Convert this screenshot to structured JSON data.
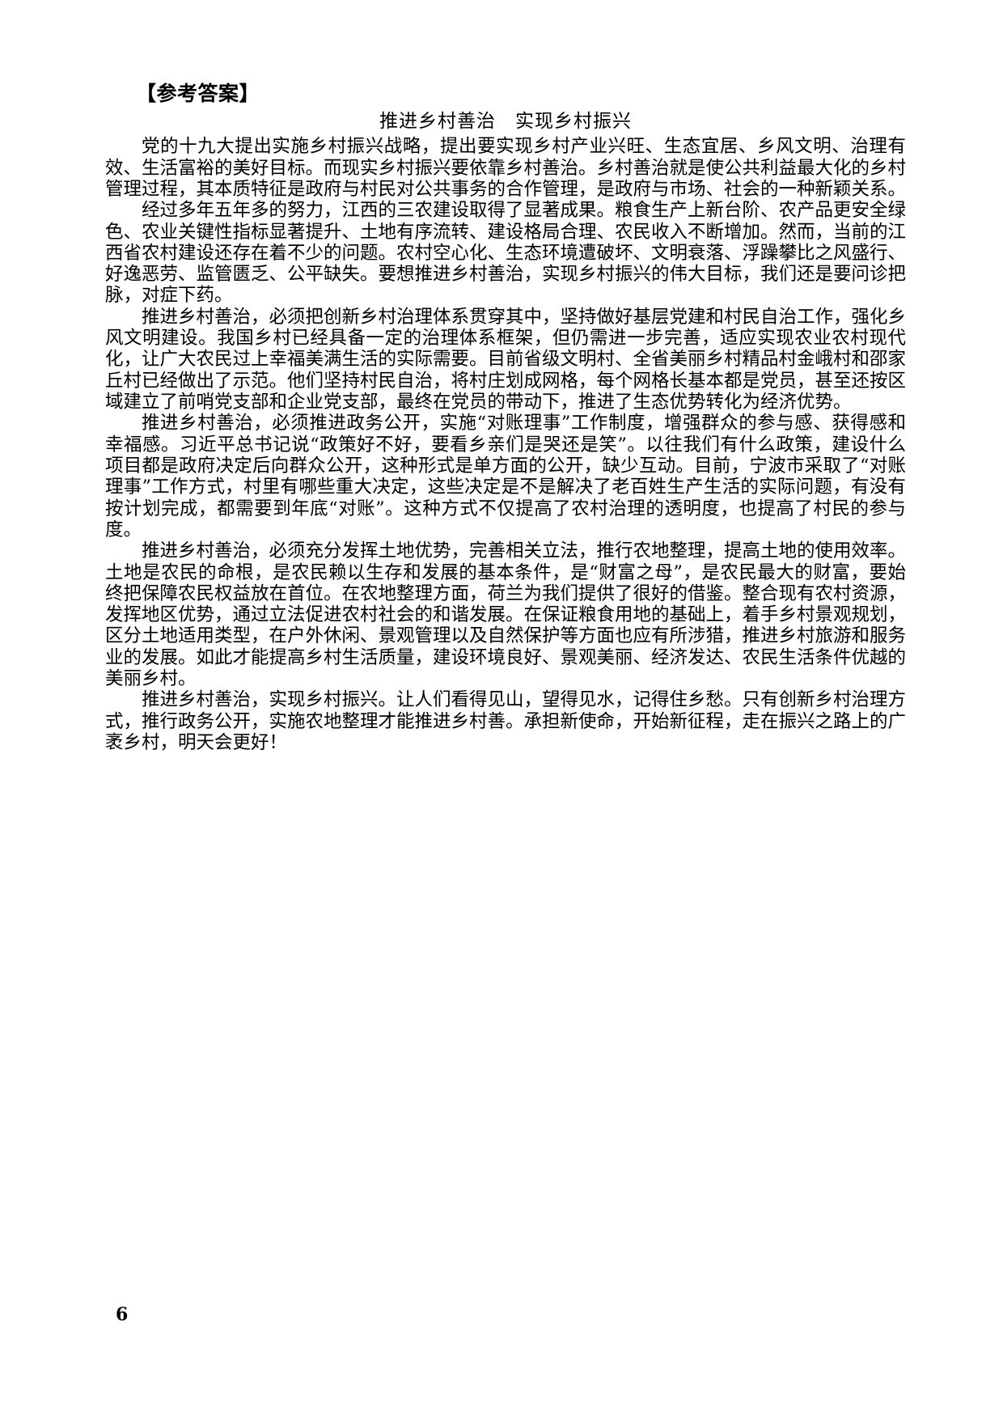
{
  "document": {
    "answer_heading": "【参考答案】",
    "title": "推进乡村善治　实现乡村振兴",
    "page_number": "6",
    "paragraphs": [
      "党的十九大提出实施乡村振兴战略，提出要实现乡村产业兴旺、生态宜居、乡风文明、治理有效、生活富裕的美好目标。而现实乡村振兴要依靠乡村善治。乡村善治就是使公共利益最大化的乡村管理过程，其本质特征是政府与村民对公共事务的合作管理，是政府与市场、社会的一种新颖关系。",
      "经过多年五年多的努力，江西的三农建设取得了显著成果。粮食生产上新台阶、农产品更安全绿色、农业关键性指标显著提升、土地有序流转、建设格局合理、农民收入不断增加。然而，当前的江西省农村建设还存在着不少的问题。农村空心化、生态环境遭破坏、文明衰落、浮躁攀比之风盛行、好逸恶劳、监管匮乏、公平缺失。要想推进乡村善治，实现乡村振兴的伟大目标，我们还是要问诊把脉，对症下药。",
      "推进乡村善治，必须把创新乡村治理体系贯穿其中，坚持做好基层党建和村民自治工作，强化乡风文明建设。我国乡村已经具备一定的治理体系框架，但仍需进一步完善，适应实现农业农村现代化，让广大农民过上幸福美满生活的实际需要。目前省级文明村、全省美丽乡村精品村金峨村和邵家丘村已经做出了示范。他们坚持村民自治，将村庄划成网格，每个网格长基本都是党员，甚至还按区域建立了前哨党支部和企业党支部，最终在党员的带动下，推进了生态优势转化为经济优势。",
      "推进乡村善治，必须推进政务公开，实施“对账理事”工作制度，增强群众的参与感、获得感和幸福感。习近平总书记说“政策好不好，要看乡亲们是哭还是笑”。以往我们有什么政策，建设什么项目都是政府决定后向群众公开，这种形式是单方面的公开，缺少互动。目前，宁波市采取了“对账理事”工作方式，村里有哪些重大决定，这些决定是不是解决了老百姓生产生活的实际问题，有没有按计划完成，都需要到年底“对账”。这种方式不仅提高了农村治理的透明度，也提高了村民的参与度。",
      "推进乡村善治，必须充分发挥土地优势，完善相关立法，推行农地整理，提高土地的使用效率。土地是农民的命根，是农民赖以生存和发展的基本条件，是“财富之母”，是农民最大的财富，要始终把保障农民权益放在首位。在农地整理方面，荷兰为我们提供了很好的借鉴。整合现有农村资源，发挥地区优势，通过立法促进农村社会的和谐发展。在保证粮食用地的基础上，着手乡村景观规划，区分土地适用类型，在户外休闲、景观管理以及自然保护等方面也应有所涉猎，推进乡村旅游和服务业的发展。如此才能提高乡村生活质量，建设环境良好、景观美丽、经济发达、农民生活条件优越的美丽乡村。",
      "推进乡村善治，实现乡村振兴。让人们看得见山，望得见水，记得住乡愁。只有创新乡村治理方式，推行政务公开，实施农地整理才能推进乡村善。承担新使命，开始新征程，走在振兴之路上的广袤乡村，明天会更好！"
    ]
  }
}
